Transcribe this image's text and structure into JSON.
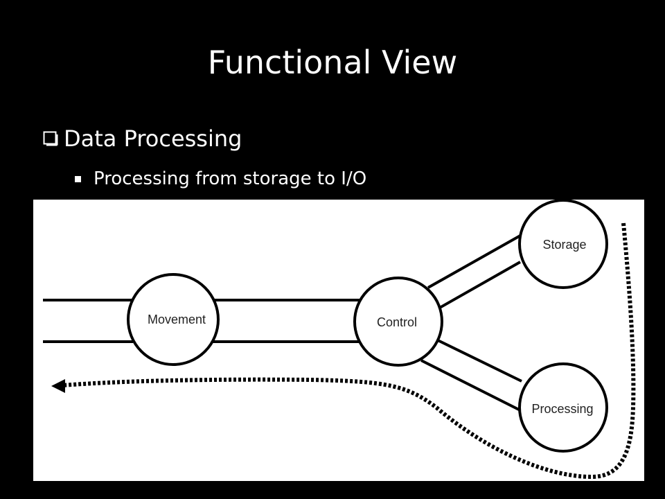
{
  "slide": {
    "title": "Functional View",
    "bullet_main": "Data Processing",
    "bullet_sub": "Processing from storage to I/O"
  },
  "diagram": {
    "nodes": {
      "movement": "Movement",
      "control": "Control",
      "storage": "Storage",
      "processing": "Processing"
    },
    "flow_arrow": "dashed-arrow-left"
  }
}
